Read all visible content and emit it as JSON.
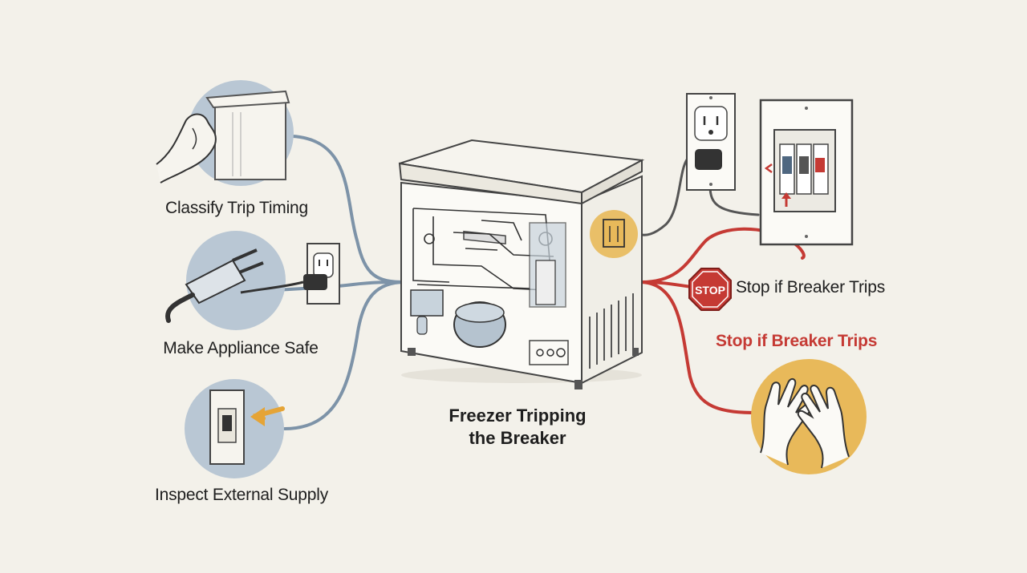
{
  "diagram": {
    "title_line1": "Freezer Tripping",
    "title_line2": "the Breaker",
    "left_steps": [
      {
        "label": "Classify Trip Timing",
        "icon": "hand-on-freezer-lid-icon"
      },
      {
        "label": "Make Appliance Safe",
        "icon": "unplugged-plug-icon"
      },
      {
        "label": "Inspect External Supply",
        "icon": "wall-switch-icon"
      }
    ],
    "right_steps": [
      {
        "label": "Stop if Breaker Trips",
        "icon": "stop-sign-icon"
      },
      {
        "label": "Stop if Breaker Trips",
        "icon": "raised-hands-icon"
      }
    ],
    "stop_sign_text": "STOP",
    "colors": {
      "background": "#f3f1ea",
      "left_connector": "#7d93a8",
      "right_connector": "#c53a34",
      "circle_blue": "#b9c7d4",
      "circle_yellow": "#e8b95a",
      "highlight_label": "#c53a34"
    }
  }
}
